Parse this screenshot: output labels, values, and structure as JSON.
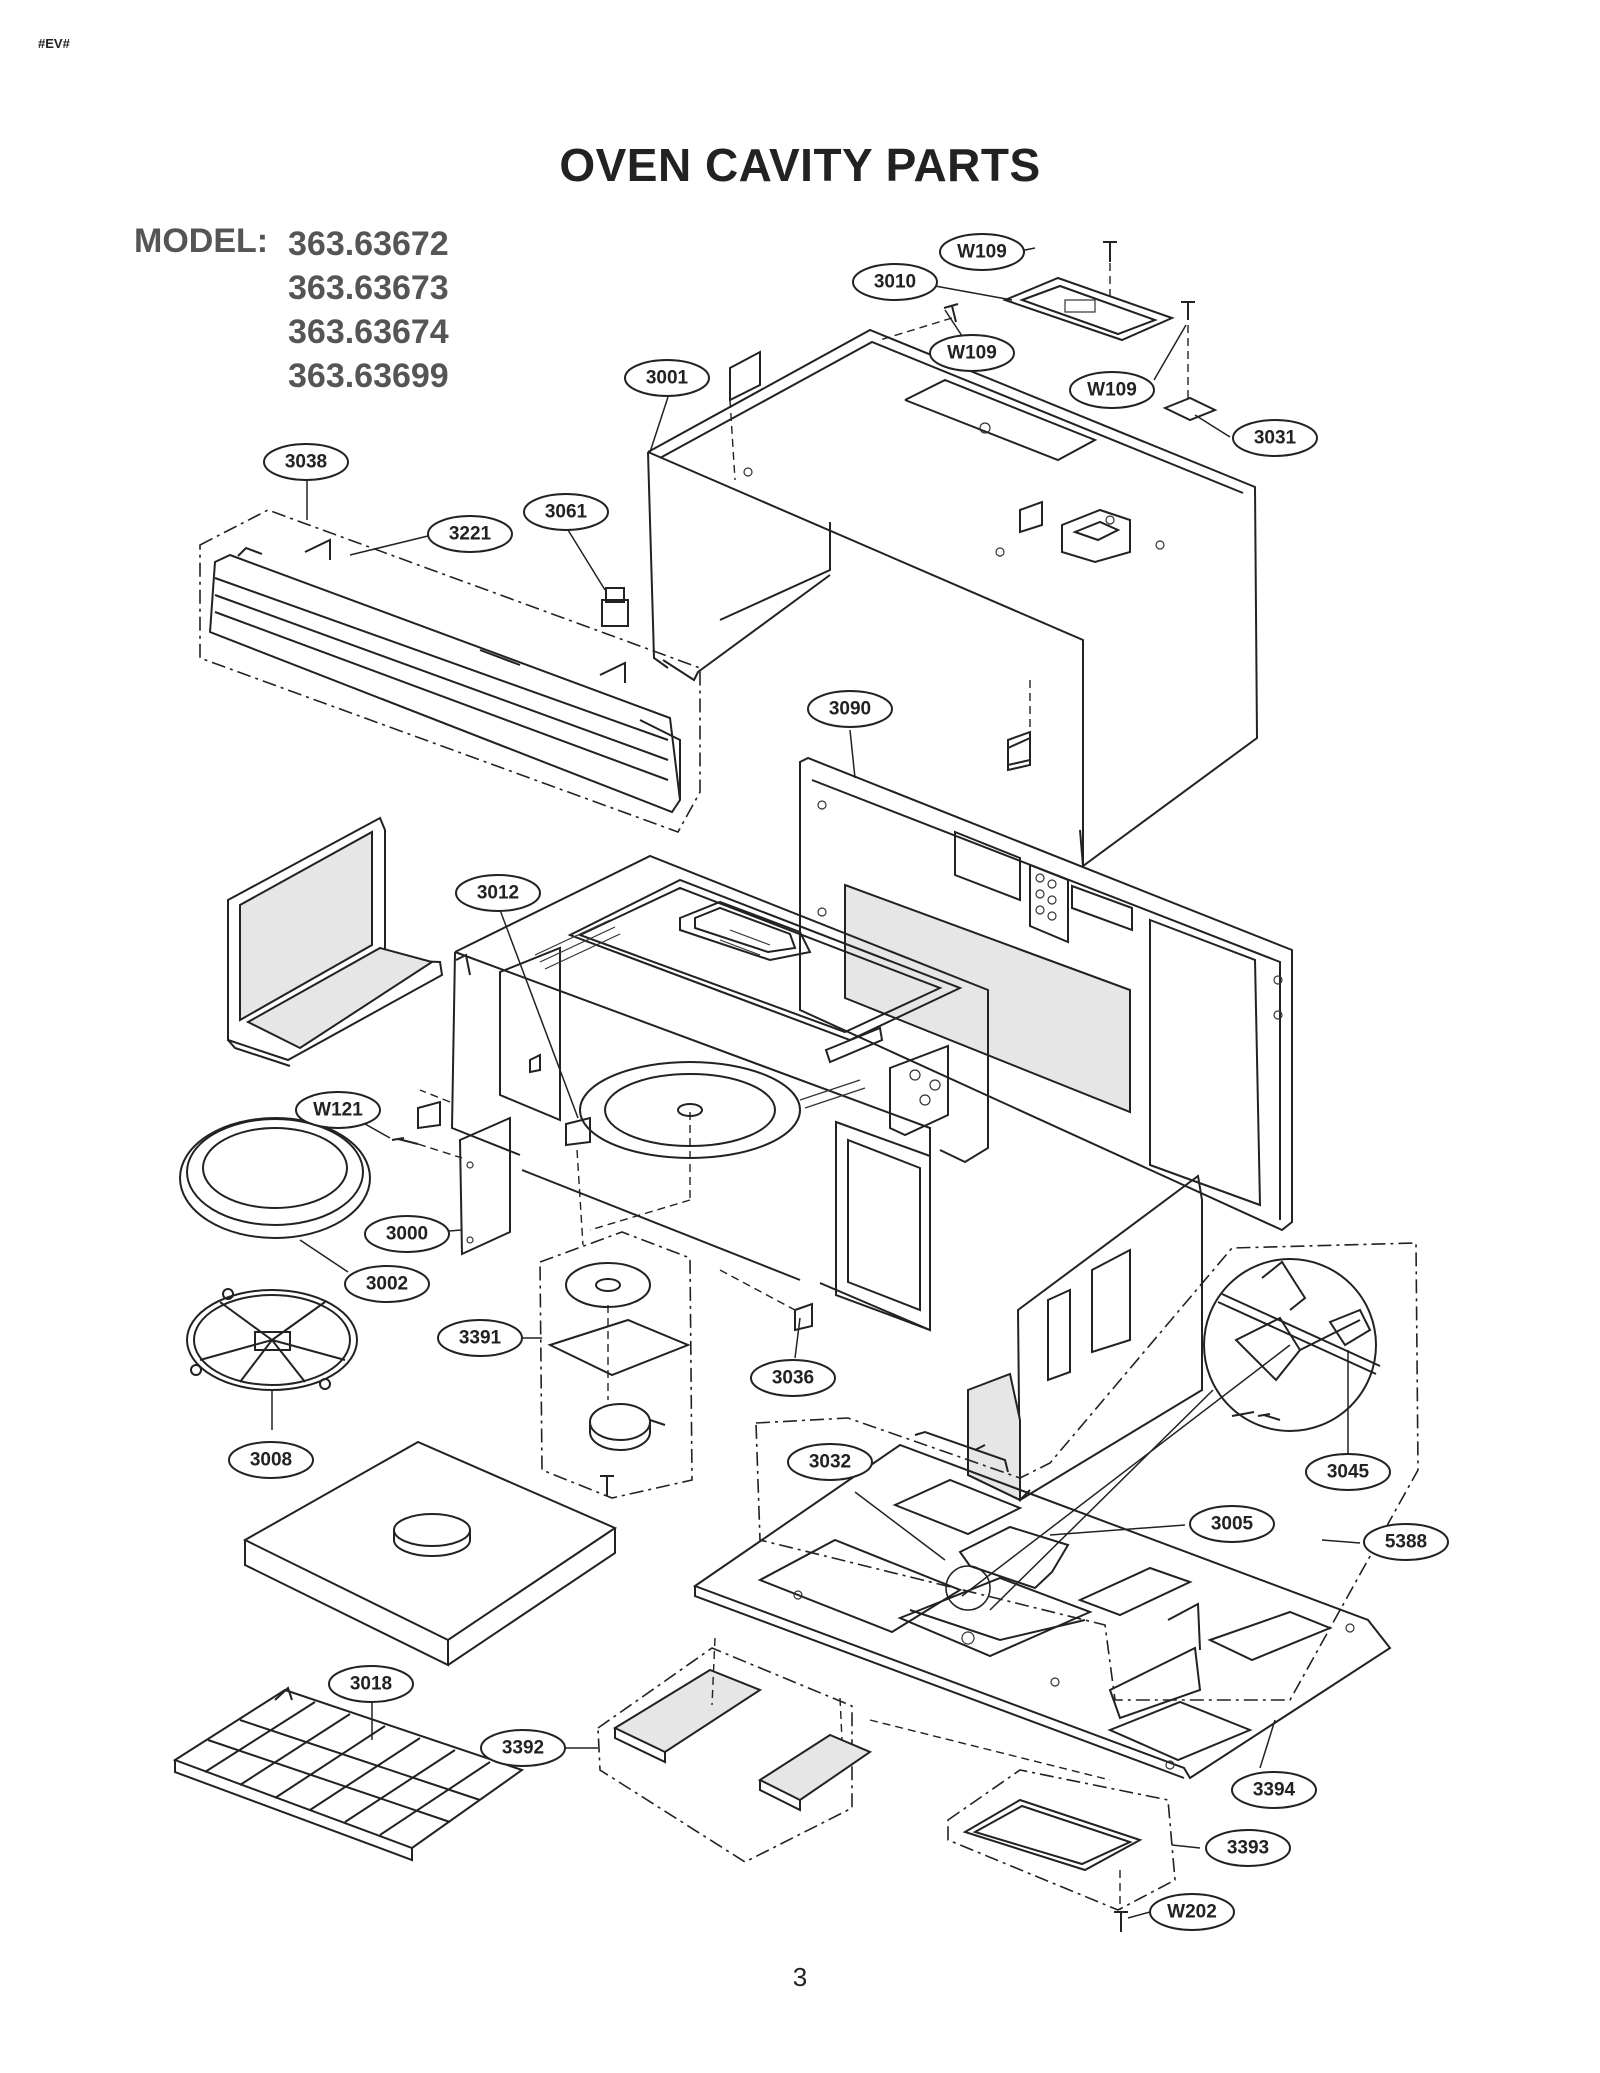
{
  "page": {
    "tag": "#EV#",
    "title": "OVEN CAVITY PARTS",
    "model_label": "MODEL:",
    "models": [
      "363.63672",
      "363.63673",
      "363.63674",
      "363.63699"
    ],
    "page_number": "3"
  },
  "callouts": [
    {
      "id": "W109-top",
      "label": "W109"
    },
    {
      "id": "3010",
      "label": "3010"
    },
    {
      "id": "W109-mid",
      "label": "W109"
    },
    {
      "id": "W109-right",
      "label": "W109"
    },
    {
      "id": "3001",
      "label": "3001"
    },
    {
      "id": "3031",
      "label": "3031"
    },
    {
      "id": "3038",
      "label": "3038"
    },
    {
      "id": "3221",
      "label": "3221"
    },
    {
      "id": "3061",
      "label": "3061"
    },
    {
      "id": "3090",
      "label": "3090"
    },
    {
      "id": "3012",
      "label": "3012"
    },
    {
      "id": "W121",
      "label": "W121"
    },
    {
      "id": "3000",
      "label": "3000"
    },
    {
      "id": "3002",
      "label": "3002"
    },
    {
      "id": "3391",
      "label": "3391"
    },
    {
      "id": "3036",
      "label": "3036"
    },
    {
      "id": "3008",
      "label": "3008"
    },
    {
      "id": "3032",
      "label": "3032"
    },
    {
      "id": "3045",
      "label": "3045"
    },
    {
      "id": "3005",
      "label": "3005"
    },
    {
      "id": "5388",
      "label": "5388"
    },
    {
      "id": "3018",
      "label": "3018"
    },
    {
      "id": "3392",
      "label": "3392"
    },
    {
      "id": "3394",
      "label": "3394"
    },
    {
      "id": "3393",
      "label": "3393"
    },
    {
      "id": "W202",
      "label": "W202"
    }
  ]
}
